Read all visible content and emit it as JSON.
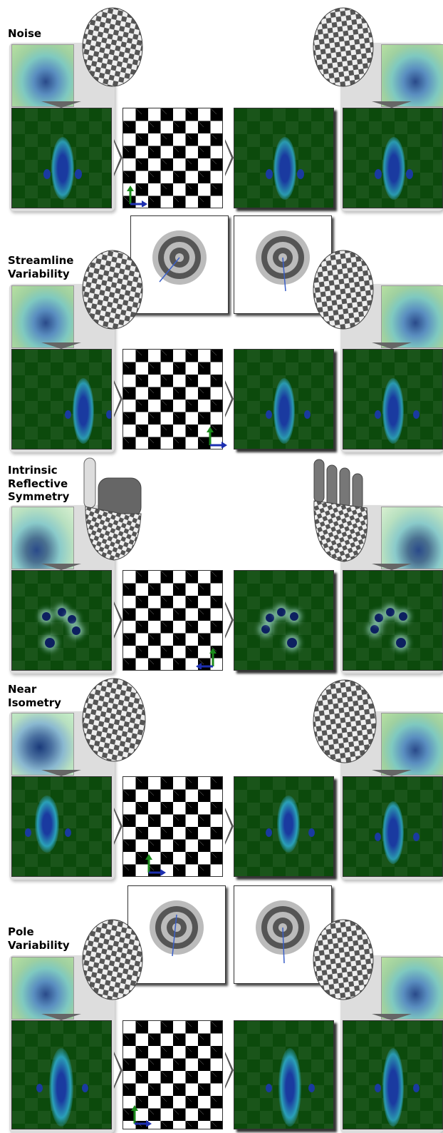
{
  "rows": [
    {
      "label": "Noise",
      "icon": "head-icon"
    },
    {
      "label": "Streamline\nVariability",
      "icon": "head-icon"
    },
    {
      "label": "Intrinsic\nReflective\nSymmetry",
      "icon": "hand-icon"
    },
    {
      "label": "Near\nIsometry",
      "icon": "head-icon"
    },
    {
      "label": "Pole\nVariability",
      "icon": "head-icon"
    }
  ]
}
